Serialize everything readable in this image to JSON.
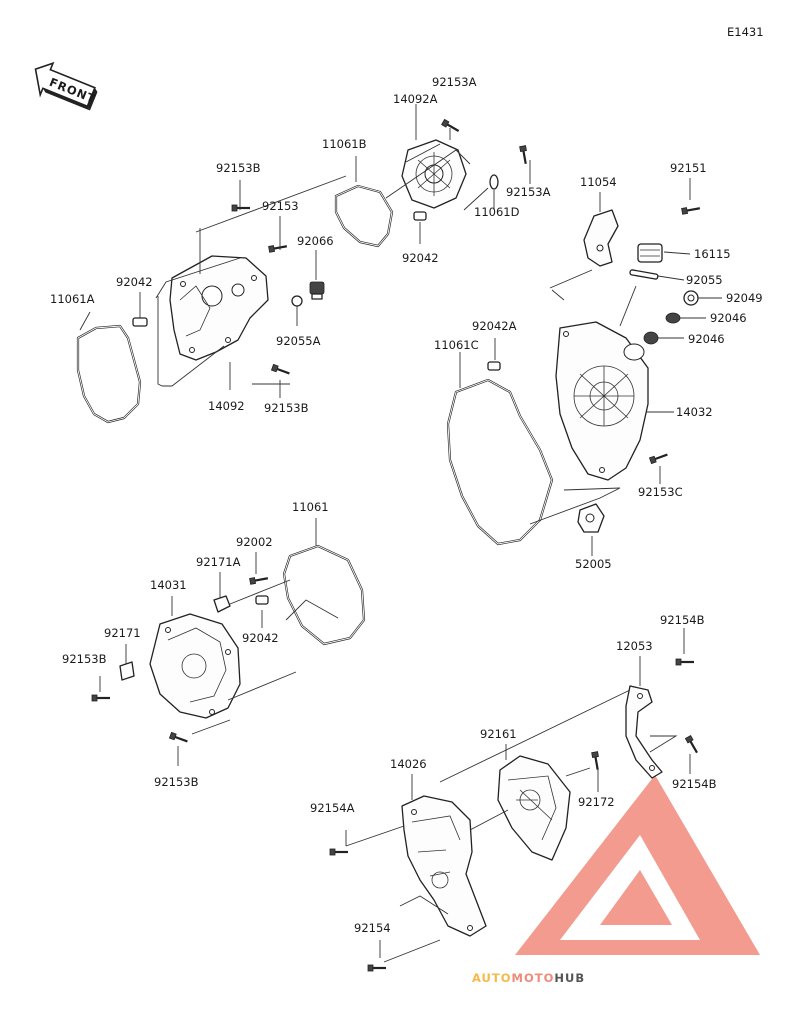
{
  "diagram_code": "E1431",
  "front_label": "FRONT",
  "watermark": {
    "part_one": "AUTO",
    "part_two": "MOTO",
    "part_three": "HUB",
    "color_primary": "#f08a7a",
    "color_secondary": "#f4b94a",
    "color_tertiary": "#555555"
  },
  "labels": {
    "p92153A_top": "92153A",
    "p14092A": "14092A",
    "p11061B": "11061B",
    "p92153B_top": "92153B",
    "p92153_left": "92153",
    "p92153A_right": "92153A",
    "p11061D": "11061D",
    "p92066": "92066",
    "p92042_top": "92042",
    "p92042_left": "92042",
    "p11061A": "11061A",
    "p92055A": "92055A",
    "p14092": "14092",
    "p92153B_mid": "92153B",
    "p11054": "11054",
    "p92151": "92151",
    "p16115": "16115",
    "p92055": "92055",
    "p92049": "92049",
    "p92046_a": "92046",
    "p92046_b": "92046",
    "p92042A": "92042A",
    "p11061C": "11061C",
    "p14032": "14032",
    "p92153C": "92153C",
    "p52005": "52005",
    "p11061": "11061",
    "p92002": "92002",
    "p92171A": "92171A",
    "p14031": "14031",
    "p92042_mid": "92042",
    "p92171": "92171",
    "p92153B_low": "92153B",
    "p92153B_bottom": "92153B",
    "p92154B_top": "92154B",
    "p12053": "12053",
    "p92161": "92161",
    "p14026": "14026",
    "p92172": "92172",
    "p92154B_low": "92154B",
    "p92154A": "92154A",
    "p92154": "92154"
  }
}
